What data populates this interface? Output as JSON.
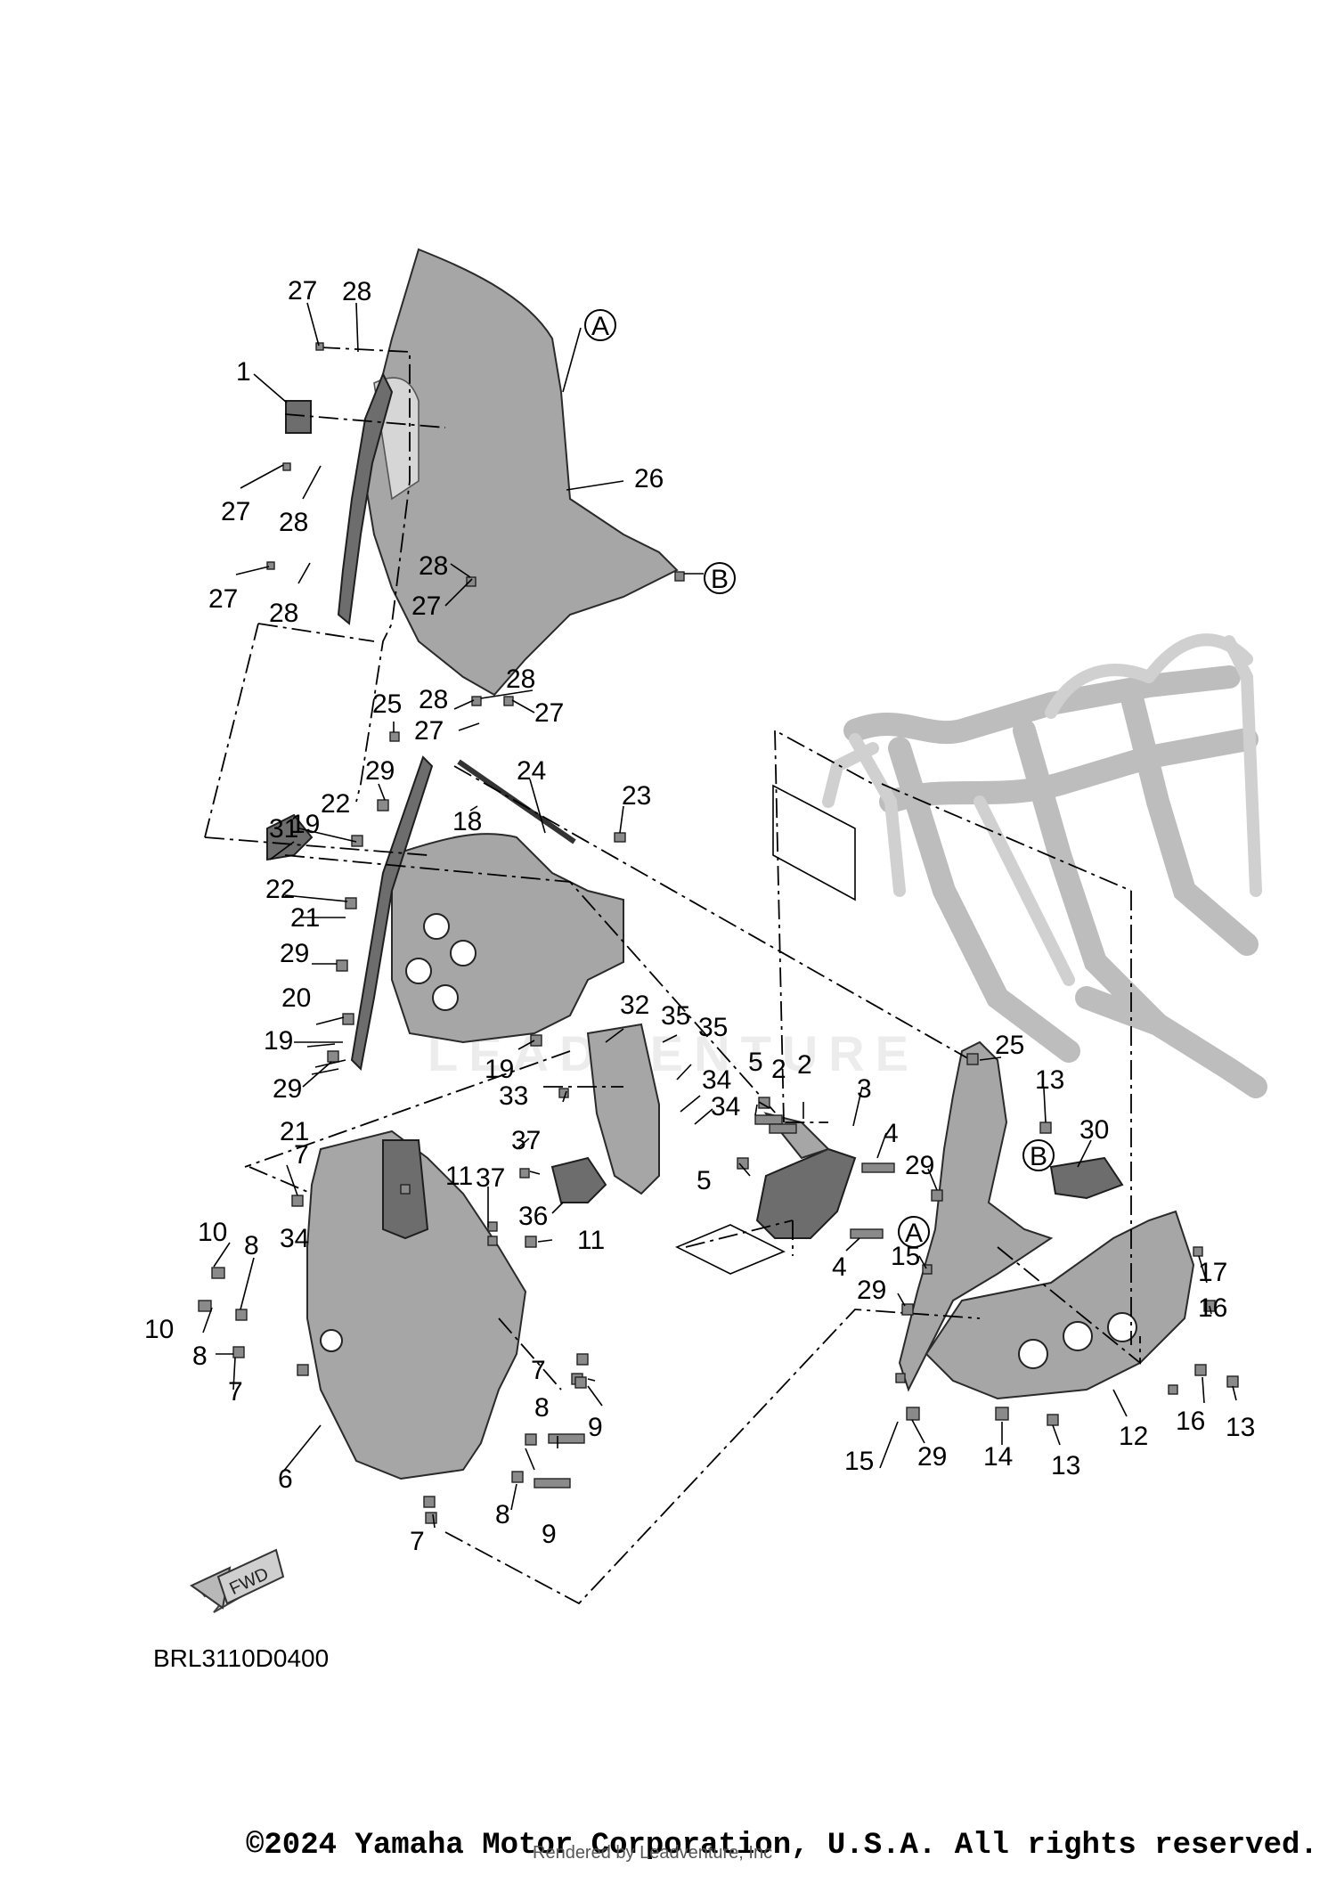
{
  "diagram": {
    "code": "BRL3110D0400",
    "fwd_label": "FWD",
    "reference_markers": [
      "A",
      "B"
    ],
    "part_numbers": [
      "1",
      "2",
      "3",
      "4",
      "5",
      "6",
      "7",
      "8",
      "9",
      "10",
      "11",
      "12",
      "13",
      "14",
      "15",
      "16",
      "17",
      "18",
      "19",
      "20",
      "21",
      "22",
      "23",
      "24",
      "25",
      "26",
      "27",
      "28",
      "29",
      "30",
      "31",
      "32",
      "33",
      "34",
      "35",
      "36",
      "37"
    ]
  },
  "footer": {
    "copyright": "©2024 Yamaha Motor Corporation, U.S.A. All rights reserved.",
    "rendered_by": "Rendered by Leadventure, Inc"
  },
  "watermark": {
    "brand": "LEADVENTURE"
  },
  "colors": {
    "ink": "#000000",
    "part_fill": "#a6a6a6",
    "frame_ghost": "#bdbdbd",
    "background": "#ffffff"
  }
}
